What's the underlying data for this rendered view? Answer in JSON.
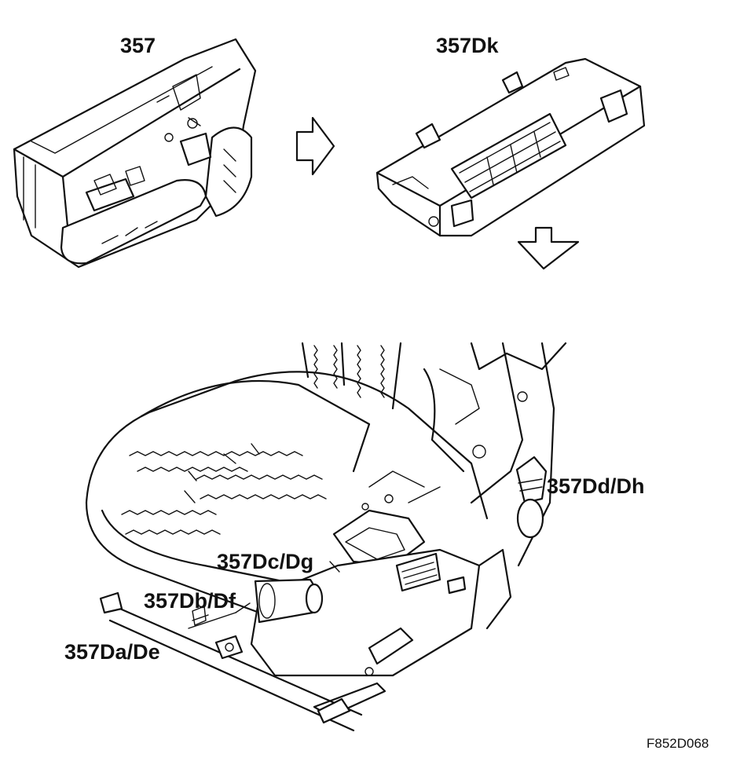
{
  "labels": {
    "module_old": "357",
    "module_new": "357Dk",
    "dd_dh": "357Dd/Dh",
    "dc_dg": "357Dc/Dg",
    "db_df": "357Db/Df",
    "da_de": "357Da/De"
  },
  "figure_code": "F852D068",
  "icons": [
    "arrow-right-icon",
    "arrow-down-icon"
  ],
  "colors": {
    "line": "#111111",
    "background": "#ffffff"
  }
}
